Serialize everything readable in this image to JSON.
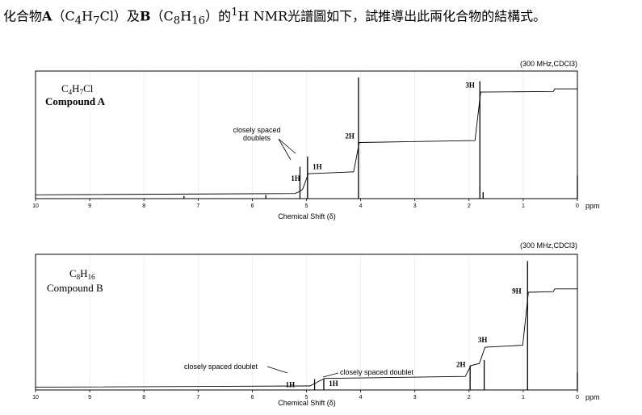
{
  "question": {
    "p1": "化合物",
    "a": "A",
    "p2": "（C",
    "s1": "4",
    "p3": "H",
    "s2": "7",
    "p4": "Cl）及",
    "b": "B",
    "p5": "（C",
    "s3": "8",
    "p6": "H",
    "s4": "16",
    "p7": "）的",
    "sup": "1",
    "p8": "H NMR光譜圖如下，試推導出此兩化合物的結構式。"
  },
  "chart_data": [
    {
      "type": "line",
      "xlabel": "Chemical Shift (δ)",
      "x_unit": "ppm",
      "xlim": [
        10,
        0
      ],
      "x_ticks": [
        "10",
        "9",
        "8",
        "7",
        "6",
        "5",
        "4",
        "3",
        "2",
        "1",
        "0"
      ],
      "instrument": "(300 MHz,CDCl3)",
      "compound": {
        "c_main": "C",
        "c_sub": "4",
        "h_main": "H",
        "h_sub": "7",
        "rest": "Cl",
        "name": "Compound A"
      },
      "peaks": [
        {
          "shift": 5.12,
          "height": 0.25
        },
        {
          "shift": 4.98,
          "height": 0.33
        },
        {
          "shift": 4.04,
          "height": 0.95
        },
        {
          "shift": 1.8,
          "height": 0.92
        },
        {
          "shift": 1.74,
          "height": 0.05
        },
        {
          "shift": 5.75,
          "height": 0.03
        },
        {
          "shift": 7.26,
          "height": 0.02
        },
        {
          "shift": 0.0,
          "height": 0.18
        }
      ],
      "integration": {
        "steps": [
          {
            "shift": 5.12,
            "rise": 0.03
          },
          {
            "shift": 4.98,
            "rise": 0.13
          },
          {
            "shift": 4.04,
            "rise": 0.24
          },
          {
            "shift": 1.8,
            "rise": 0.39
          }
        ]
      },
      "labels": [
        {
          "text": "1H",
          "shift": 5.2,
          "level": 0.14
        },
        {
          "text": "1H",
          "shift": 4.8,
          "level": 0.23
        },
        {
          "text": "2H",
          "shift": 4.2,
          "level": 0.47
        },
        {
          "text": "3H",
          "shift": 1.98,
          "level": 0.87
        }
      ],
      "annotation": {
        "line1": "closely spaced",
        "line2": "doublets"
      }
    },
    {
      "type": "line",
      "xlabel": "Chemical Shift (δ)",
      "x_unit": "ppm",
      "xlim": [
        10,
        0
      ],
      "x_ticks": [
        "10",
        "9",
        "8",
        "7",
        "6",
        "5",
        "4",
        "3",
        "2",
        "1",
        "0"
      ],
      "instrument": "(300 MHz,CDCl3)",
      "compound": {
        "c_main": "C",
        "c_sub": "8",
        "h_main": "H",
        "h_sub": "16",
        "rest": "",
        "name": "Compound B"
      },
      "peaks": [
        {
          "shift": 4.85,
          "height": 0.08
        },
        {
          "shift": 4.68,
          "height": 0.08
        },
        {
          "shift": 1.98,
          "height": 0.18
        },
        {
          "shift": 1.72,
          "height": 0.22
        },
        {
          "shift": 0.92,
          "height": 0.95
        },
        {
          "shift": 0.0,
          "height": 0.13
        }
      ],
      "integration": {
        "steps": [
          {
            "shift": 4.85,
            "rise": 0.03
          },
          {
            "shift": 4.68,
            "rise": 0.03
          },
          {
            "shift": 1.98,
            "rise": 0.09
          },
          {
            "shift": 1.72,
            "rise": 0.13
          },
          {
            "shift": 0.92,
            "rise": 0.4
          }
        ]
      },
      "labels": [
        {
          "text": "1H",
          "shift": 5.3,
          "level": 0.02
        },
        {
          "text": "1H",
          "shift": 4.5,
          "level": 0.03
        },
        {
          "text": "2H",
          "shift": 2.15,
          "level": 0.17
        },
        {
          "text": "3H",
          "shift": 1.75,
          "level": 0.35
        },
        {
          "text": "9H",
          "shift": 1.12,
          "level": 0.71
        }
      ],
      "annotation_left": "closely spaced doublet",
      "annotation_right": "closely spaced doublet"
    }
  ]
}
